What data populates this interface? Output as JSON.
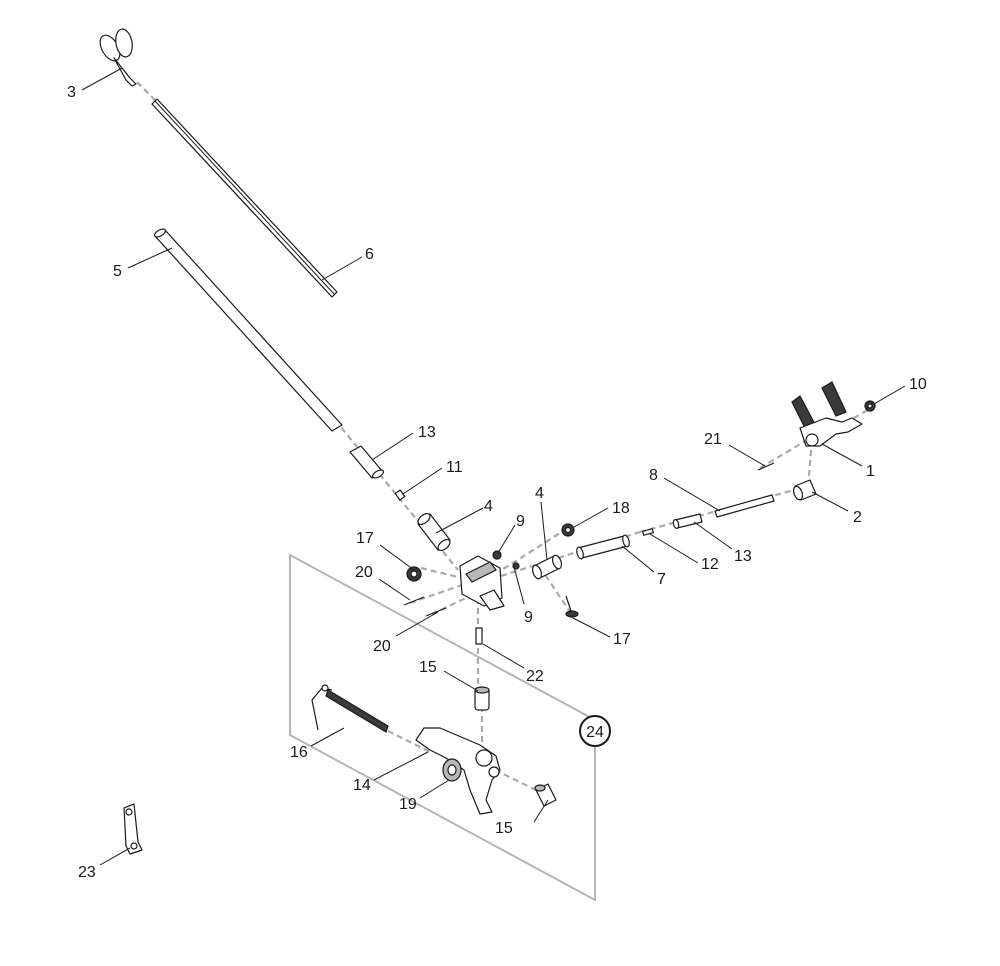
{
  "callouts": [
    {
      "id": "c3",
      "label": "3"
    },
    {
      "id": "c6",
      "label": "6"
    },
    {
      "id": "c5",
      "label": "5"
    },
    {
      "id": "c13a",
      "label": "13"
    },
    {
      "id": "c11",
      "label": "11"
    },
    {
      "id": "c4a",
      "label": "4"
    },
    {
      "id": "c4b",
      "label": "4"
    },
    {
      "id": "c9a",
      "label": "9"
    },
    {
      "id": "c9b",
      "label": "9"
    },
    {
      "id": "c18",
      "label": "18"
    },
    {
      "id": "c17a",
      "label": "17"
    },
    {
      "id": "c17b",
      "label": "17"
    },
    {
      "id": "c20a",
      "label": "20"
    },
    {
      "id": "c20b",
      "label": "20"
    },
    {
      "id": "c8",
      "label": "8"
    },
    {
      "id": "c7",
      "label": "7"
    },
    {
      "id": "c12",
      "label": "12"
    },
    {
      "id": "c13b",
      "label": "13"
    },
    {
      "id": "c21",
      "label": "21"
    },
    {
      "id": "c10",
      "label": "10"
    },
    {
      "id": "c1",
      "label": "1"
    },
    {
      "id": "c2",
      "label": "2"
    },
    {
      "id": "c22",
      "label": "22"
    },
    {
      "id": "c15a",
      "label": "15"
    },
    {
      "id": "c15b",
      "label": "15"
    },
    {
      "id": "c16",
      "label": "16"
    },
    {
      "id": "c14",
      "label": "14"
    },
    {
      "id": "c19",
      "label": "19"
    },
    {
      "id": "c23",
      "label": "23"
    }
  ],
  "assembly_callout": {
    "label": "24"
  }
}
